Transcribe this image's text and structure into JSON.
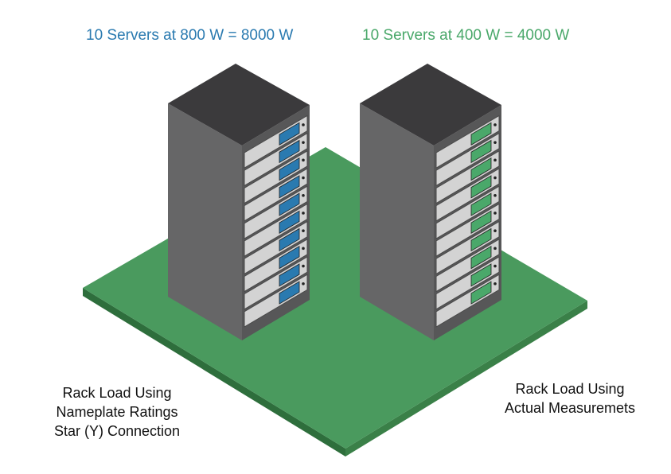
{
  "titles": {
    "left": "10 Servers at 800 W = 8000 W",
    "right": "10 Servers at 400 W = 4000 W"
  },
  "captions": {
    "left": [
      "Rack Load Using",
      "Nameplate Ratings",
      "Star (Y) Connection"
    ],
    "right": [
      "Rack Load Using",
      "Actual Measuremets"
    ]
  },
  "racks": [
    {
      "name": "nameplate-rack",
      "server_count": 10,
      "led_color": "#2a7ab0"
    },
    {
      "name": "measured-rack",
      "server_count": 10,
      "led_color": "#4aa86a"
    }
  ],
  "colors": {
    "floor_top": "#4a9a5e",
    "floor_edge_left": "#2e6e3c",
    "floor_edge_right": "#3a8048",
    "rack_top": "#3b3a3c",
    "rack_side": "#666667",
    "rack_front": "#575758",
    "server_face": "#d3d3d3"
  }
}
